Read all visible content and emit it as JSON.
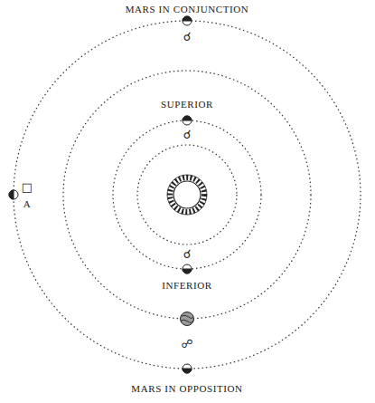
{
  "diagram": {
    "labels": [
      "MARS IN CONJUNCTION",
      "☌",
      "SUPERIOR",
      "☌",
      "☌",
      "INFERIOR",
      "□",
      "A",
      "☍",
      "MARS IN OPPOSITION"
    ]
  }
}
